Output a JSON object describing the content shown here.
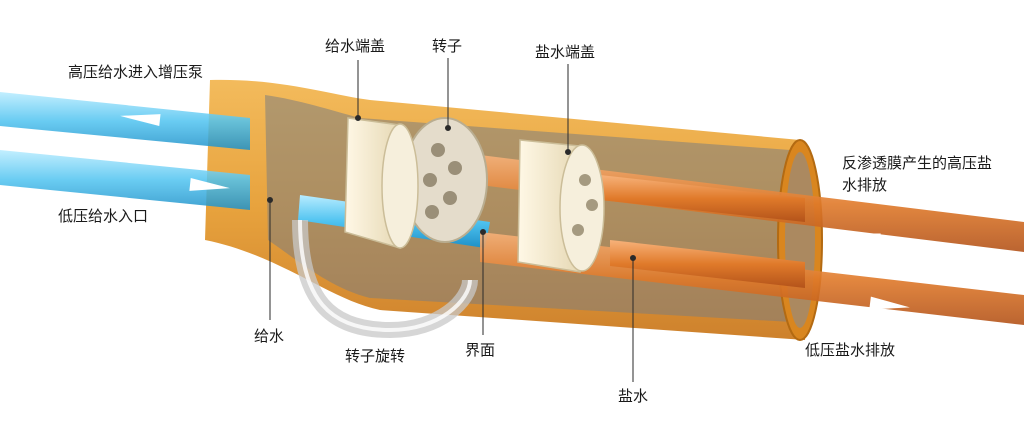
{
  "labels": {
    "hp_feed_in": "高压给水进入增压泵",
    "lp_feed_inlet": "低压给水入口",
    "feed_end_cap": "给水端盖",
    "rotor": "转子",
    "brine_end_cap": "盐水端盖",
    "ro_hp_brine": "反渗透膜产生的高压盐水排放",
    "lp_brine_out": "低压盐水排放",
    "feed_water": "给水",
    "rotor_rotation": "转子旋转",
    "interface": "界面",
    "brine": "盐水"
  },
  "colors": {
    "feed_water": "#5cc8f0",
    "brine": "#e07a2a",
    "housing": "#e8a23a",
    "housing_inner": "#8a8a8a",
    "end_cap": "#f3ead0"
  }
}
